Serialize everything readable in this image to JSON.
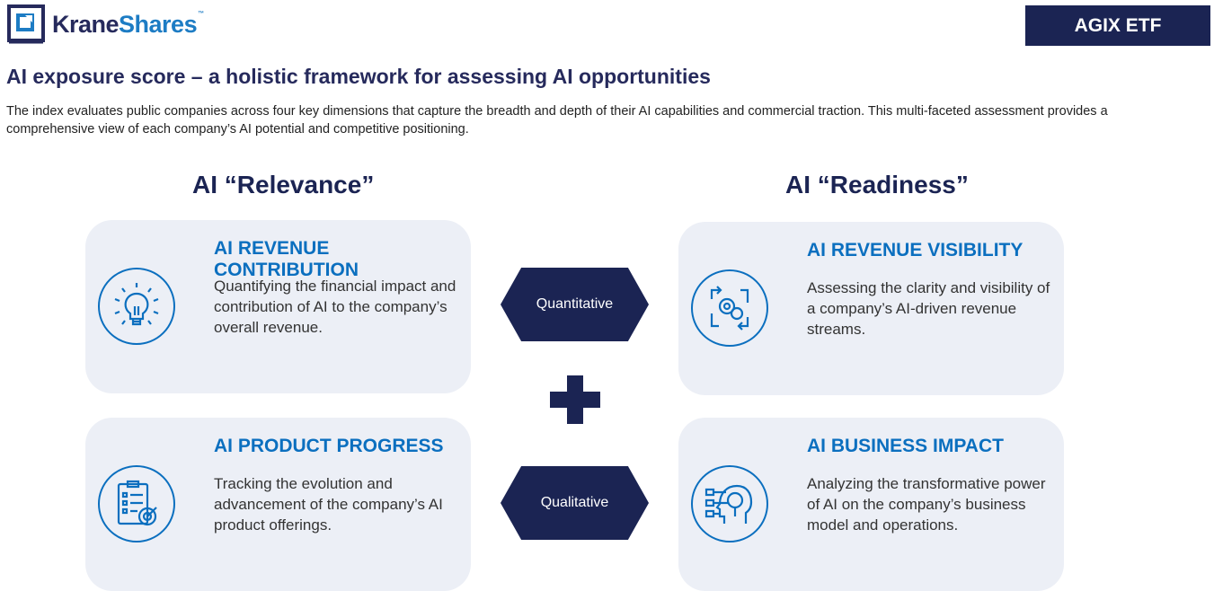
{
  "header": {
    "logo_part1": "Krane",
    "logo_part2": "Shares",
    "logo_tm": "™",
    "badge": "AGIX ETF"
  },
  "title": "AI exposure score – a holistic framework for assessing AI opportunities",
  "description": "The index evaluates public companies across four key dimensions that capture the breadth and depth of their AI capabilities and commercial traction. This multi-faceted assessment provides a comprehensive view of each company’s AI potential and competitive positioning.",
  "sections": {
    "left": "AI “Relevance”",
    "right": "AI “Readiness”"
  },
  "cards": [
    {
      "title": "AI REVENUE CONTRIBUTION",
      "body": "Quantifying the financial impact and contribution of AI to the company’s overall revenue.",
      "icon": "lightbulb-icon"
    },
    {
      "title": "AI REVENUE VISIBILITY",
      "body": "Assessing the clarity and visibility of a company’s AI-driven revenue streams.",
      "icon": "gear-dollar-cycle-icon"
    },
    {
      "title": "AI PRODUCT PROGRESS",
      "body": "Tracking the evolution and advancement of the company’s AI product offerings.",
      "icon": "checklist-target-icon"
    },
    {
      "title": "AI BUSINESS IMPACT",
      "body": "Analyzing the transformative power of AI on the company’s business model and operations.",
      "icon": "head-magnifier-icon"
    }
  ],
  "badges": {
    "quantitative": "Quantitative",
    "qualitative": "Qualitative"
  },
  "colors": {
    "navy": "#1b2453",
    "blue": "#0b6fbf",
    "card": "#eceff6"
  }
}
